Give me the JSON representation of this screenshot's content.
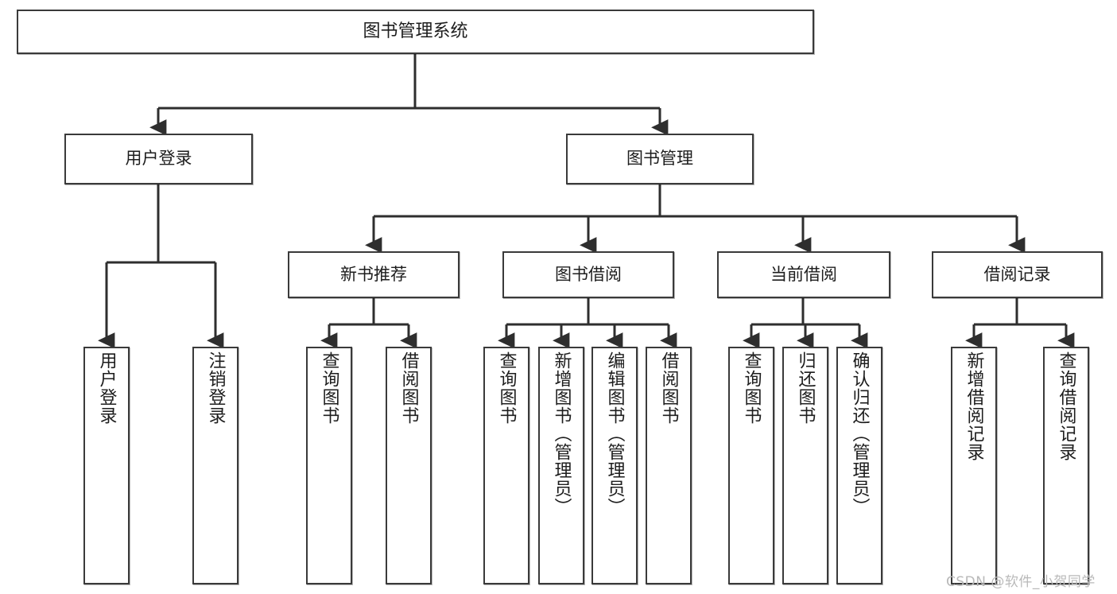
{
  "diagram": {
    "title": "图书管理系统",
    "type": "tree-hierarchy-chart",
    "root": {
      "label": "图书管理系统"
    },
    "level2": [
      {
        "label": "用户登录"
      },
      {
        "label": "图书管理"
      }
    ],
    "level3": [
      {
        "label": "新书推荐"
      },
      {
        "label": "图书借阅"
      },
      {
        "label": "当前借阅"
      },
      {
        "label": "借阅记录"
      }
    ],
    "leaves": {
      "user_login": [
        {
          "label": "用户登录"
        },
        {
          "label": "注销登录"
        }
      ],
      "new_book_recommend": [
        {
          "label": "查询图书"
        },
        {
          "label": "借阅图书"
        }
      ],
      "book_borrow": [
        {
          "label": "查询图书"
        },
        {
          "label": "新增图书（管理员）"
        },
        {
          "label": "编辑图书（管理员）"
        },
        {
          "label": "借阅图书"
        }
      ],
      "current_borrow": [
        {
          "label": "查询图书"
        },
        {
          "label": "归还图书"
        },
        {
          "label": "确认归还（管理员）"
        }
      ],
      "borrow_record": [
        {
          "label": "新增借阅记录"
        },
        {
          "label": "查询借阅记录"
        }
      ]
    }
  },
  "watermark": {
    "text": "CSDN @软件_小贺同学"
  },
  "colors": {
    "box_border": "#3a3a3a",
    "box_fill": "#ffffff",
    "text": "#1d1d1d",
    "connector": "#2e2e2e",
    "watermark": "#b9b9b9",
    "background": "#ffffff"
  }
}
